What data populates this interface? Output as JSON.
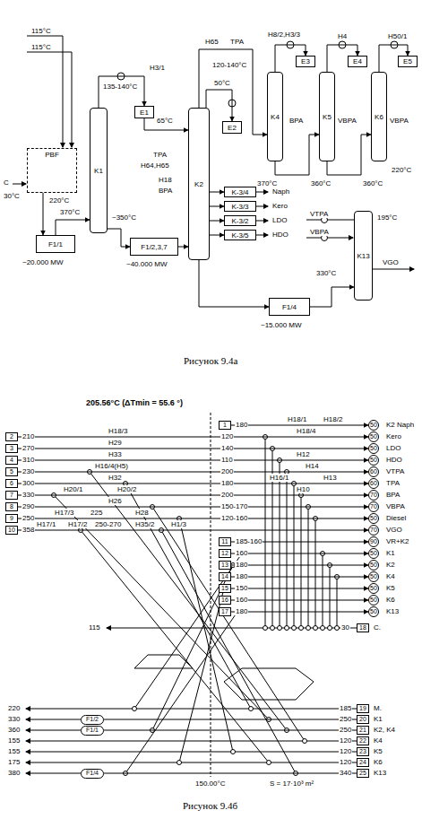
{
  "diagram": {
    "nodes": [
      {
        "text": [
          "PBF"
        ]
      },
      {
        "text": [
          "K1"
        ]
      },
      {
        "text": [
          "E1"
        ]
      },
      {
        "text": [
          "K2"
        ]
      },
      {
        "text": [
          "E2"
        ]
      },
      {
        "text": [
          "K4"
        ]
      },
      {
        "text": [
          "E3"
        ]
      },
      {
        "text": [
          "K5"
        ]
      },
      {
        "text": [
          "E4"
        ]
      },
      {
        "text": [
          "K6"
        ]
      },
      {
        "text": [
          "E5"
        ]
      },
      {
        "text": [
          "K-3/4"
        ]
      },
      {
        "text": [
          "K-3/3"
        ]
      },
      {
        "text": [
          "K-3/2"
        ]
      },
      {
        "text": [
          "K-3/5"
        ]
      },
      {
        "text": [
          "F1/1"
        ]
      },
      {
        "text": [
          "F1/2,3,7"
        ]
      },
      {
        "text": [
          "F1/4"
        ]
      },
      {
        "text": [
          "K13"
        ]
      },
      {
        "text": [
          "1"
        ]
      },
      {
        "text": [
          "2"
        ]
      },
      {
        "text": [
          "3"
        ]
      },
      {
        "text": [
          "4"
        ]
      },
      {
        "text": [
          "5"
        ]
      },
      {
        "text": [
          "6"
        ]
      },
      {
        "text": [
          "7"
        ]
      },
      {
        "text": [
          "8"
        ]
      },
      {
        "text": [
          "9"
        ]
      },
      {
        "text": [
          "10"
        ]
      },
      {
        "text": [
          "11"
        ]
      },
      {
        "text": [
          "12"
        ]
      },
      {
        "text": [
          "13"
        ]
      },
      {
        "text": [
          "14"
        ]
      },
      {
        "text": [
          "15"
        ]
      },
      {
        "text": [
          "16"
        ]
      },
      {
        "text": [
          "17"
        ]
      },
      {
        "text": [
          "50"
        ]
      },
      {
        "text": [
          "50"
        ]
      },
      {
        "text": [
          "50"
        ]
      },
      {
        "text": [
          "50"
        ]
      },
      {
        "text": [
          "60"
        ]
      },
      {
        "text": [
          "60"
        ]
      },
      {
        "text": [
          "70"
        ]
      },
      {
        "text": [
          "70"
        ]
      },
      {
        "text": [
          "50"
        ]
      },
      {
        "text": [
          "70"
        ]
      },
      {
        "text": [
          "90"
        ]
      },
      {
        "text": [
          "50"
        ]
      },
      {
        "text": [
          "50"
        ]
      },
      {
        "text": [
          "50"
        ]
      },
      {
        "text": [
          "50"
        ]
      },
      {
        "text": [
          "50"
        ]
      },
      {
        "text": [
          "50"
        ]
      },
      {
        "text": [
          "18"
        ]
      },
      {
        "text": [
          "19"
        ]
      },
      {
        "text": [
          "20"
        ]
      },
      {
        "text": [
          "21"
        ]
      },
      {
        "text": [
          "22"
        ]
      },
      {
        "text": [
          "23"
        ]
      },
      {
        "text": [
          "24"
        ]
      },
      {
        "text": [
          "25"
        ]
      },
      {
        "text": [
          "F1/2"
        ]
      },
      {
        "text": [
          "F1/1"
        ]
      },
      {
        "text": [
          "F1/4"
        ]
      }
    ],
    "edges": [
      {
        "from": 0,
        "to": 15,
        "arrow": "to"
      },
      {
        "from": 15,
        "to": 1,
        "arrow": "to"
      },
      {
        "from": 1,
        "to": 2,
        "arrow": "to"
      },
      {
        "from": 2,
        "to": 3,
        "arrow": "to"
      },
      {
        "from": 1,
        "to": 16,
        "arrow": "to"
      },
      {
        "from": 16,
        "to": 3,
        "arrow": "to"
      },
      {
        "from": 3,
        "to": 4,
        "arrow": "to"
      },
      {
        "from": 3,
        "to": 5,
        "arrow": "to"
      },
      {
        "from": 5,
        "to": 6,
        "arrow": "to"
      },
      {
        "from": 5,
        "to": 7,
        "arrow": "to"
      },
      {
        "from": 7,
        "to": 8,
        "arrow": "to"
      },
      {
        "from": 7,
        "to": 9,
        "arrow": "to"
      },
      {
        "from": 9,
        "to": 10,
        "arrow": "to"
      },
      {
        "from": 3,
        "to": 11,
        "arrow": "to"
      },
      {
        "from": 3,
        "to": 12,
        "arrow": "to"
      },
      {
        "from": 3,
        "to": 13,
        "arrow": "to"
      },
      {
        "from": 3,
        "to": 14,
        "arrow": "to"
      },
      {
        "from": 3,
        "to": 17,
        "arrow": "to"
      },
      {
        "from": 17,
        "to": 18,
        "arrow": "to"
      },
      {
        "from": 19,
        "to": 36,
        "arrow": "to"
      },
      {
        "from": 20,
        "to": 37,
        "arrow": "to"
      },
      {
        "from": 21,
        "to": 38,
        "arrow": "to"
      },
      {
        "from": 22,
        "to": 39,
        "arrow": "to"
      },
      {
        "from": 23,
        "to": 40,
        "arrow": "to"
      },
      {
        "from": 24,
        "to": 41,
        "arrow": "to"
      },
      {
        "from": 25,
        "to": 42,
        "arrow": "to"
      },
      {
        "from": 26,
        "to": 43,
        "arrow": "to"
      },
      {
        "from": 27,
        "to": 44,
        "arrow": "to"
      },
      {
        "from": 28,
        "to": 45,
        "arrow": "to"
      },
      {
        "from": 29,
        "to": 46,
        "arrow": "to"
      },
      {
        "from": 30,
        "to": 47,
        "arrow": "to"
      },
      {
        "from": 31,
        "to": 48,
        "arrow": "to"
      },
      {
        "from": 32,
        "to": 49,
        "arrow": "to"
      },
      {
        "from": 33,
        "to": 50,
        "arrow": "to"
      },
      {
        "from": 34,
        "to": 51,
        "arrow": "to"
      },
      {
        "from": 35,
        "to": 52,
        "arrow": "to"
      },
      {
        "from": 55,
        "to": 61,
        "arrow": "none"
      },
      {
        "from": 56,
        "to": 62,
        "arrow": "none"
      },
      {
        "from": 60,
        "to": 63,
        "arrow": "none"
      }
    ],
    "labels": [
      "115°C",
      "115°C",
      "C",
      "30°C",
      "220°C",
      "135-140°C",
      "H3/1",
      "65°C",
      "TPA",
      "H64,H65",
      "H18",
      "BPA",
      "370°C",
      "~350°C",
      "~20.000 MW",
      "~40.000 MW",
      "H65",
      "TPA",
      "120-140°C",
      "50°C",
      "H8/2,H3/3",
      "H4",
      "H50/1",
      "BPA",
      "VBPA",
      "VBPA",
      "370°C",
      "360°C",
      "360°C",
      "220°C",
      "Naph",
      "Kero",
      "LDO",
      "HDO",
      "VTPA",
      "VBPA",
      "195°C",
      "330°C",
      "VGO",
      "~15.000 MW",
      "Рисунок 9.4а",
      "205.56°C (ΔTmin = 55.6 °)",
      "180",
      "210",
      "270",
      "310",
      "230",
      "300",
      "330",
      "290",
      "250",
      "358",
      "185-160",
      "120",
      "140",
      "110",
      "200",
      "180",
      "200",
      "150-170",
      "120-160",
      "160",
      "180",
      "180",
      "150",
      "160",
      "180",
      "H18/3",
      "H29",
      "H33",
      "H16/4(H5)",
      "H32",
      "H20/1",
      "H20/2",
      "H26",
      "H17/3",
      "225",
      "H28",
      "H17/1",
      "H17/2",
      "250-270",
      "H35/2",
      "H1/3",
      "H18/1",
      "H18/2",
      "H18/4",
      "H12",
      "H14",
      "H16/1",
      "H13",
      "H10",
      "K2 Naph",
      "Kero",
      "LDO",
      "HDO",
      "VTPA",
      "TPA",
      "BPA",
      "VBPA",
      "Diesel",
      "VGO",
      "VR+K2",
      "K1",
      "K2",
      "K4",
      "K5",
      "K6",
      "K13",
      "115",
      "30",
      "C.",
      "220",
      "330",
      "360",
      "155",
      "155",
      "175",
      "380",
      "185",
      "250",
      "250",
      "120",
      "120",
      "120",
      "340",
      "M.",
      "K1",
      "K2, K4",
      "K4",
      "K5",
      "K6",
      "K13",
      "150.00°C",
      "S = 17·10³ m²",
      "Рисунок 9.4б"
    ]
  }
}
